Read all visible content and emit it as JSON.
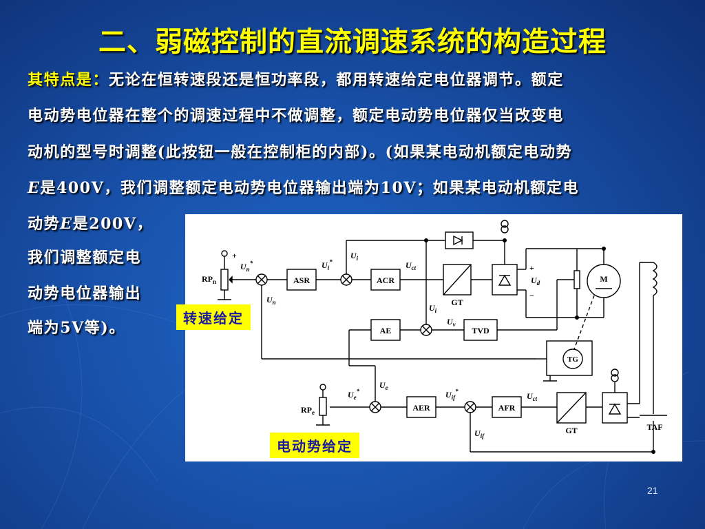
{
  "title": "二、弱磁控制的直流调速系统的构造过程",
  "body": {
    "line1_highlight": "其特点是：",
    "line1_text": "无论在恒转速段还是恒功率段，都用转速给定电位器调节。额定",
    "line2": "电动势电位器在整个的调速过程中不做调整，额定电动势电位器仅当改变电",
    "line3": "动机的型号时调整(此按钮一般在控制柜的内部)。(如果某电动机额定电动势",
    "line4_e": "E",
    "line4_rest": "是400V，我们调整额定电动势电位器输出端为10V；如果某电动机额定电",
    "line5_pre": "动势",
    "line5_e": "E",
    "line5_rest": "是200V，",
    "line6": "我们调整额定电",
    "line7": "动势电位器输出",
    "line8": "端为5V等)。"
  },
  "tags": {
    "speed_setting": "转速给定",
    "emf_setting": "电动势给定"
  },
  "diagram": {
    "blocks": {
      "asr": "ASR",
      "acr": "ACR",
      "ae": "AE",
      "tvd": "TVD",
      "aer": "AER",
      "afr": "AFR",
      "gt_top": "GT",
      "gt_bottom": "GT",
      "taf": "TAF",
      "motor": "M",
      "tg": "TG"
    },
    "signals": {
      "rpn": "RP",
      "rpn_sub": "n",
      "rpe": "RP",
      "rpe_sub": "e",
      "un_star": "U",
      "un_star_sub": "n",
      "un_star_sup": "*",
      "un": "U",
      "un_sub": "n",
      "ui_star": "U",
      "ui_star_sub": "i",
      "ui_star_sup": "*",
      "ui_top": "U",
      "ui_top_sub": "i",
      "ui_mid": "U",
      "ui_mid_sub": "i",
      "uct_top": "U",
      "uct_top_sub": "ct",
      "uct_bottom": "U",
      "uct_bottom_sub": "ct",
      "uv": "U",
      "uv_sub": "v",
      "ud": "U",
      "ud_sub": "d",
      "ue": "U",
      "ue_sub": "e",
      "ue_star": "U",
      "ue_star_sub": "e",
      "ue_star_sup": "*",
      "uif_star": "U",
      "uif_star_sub": "if",
      "uif_star_sup": "*",
      "uif": "U",
      "uif_sub": "if",
      "plus": "+",
      "minus": "−"
    }
  },
  "page_number": "21"
}
